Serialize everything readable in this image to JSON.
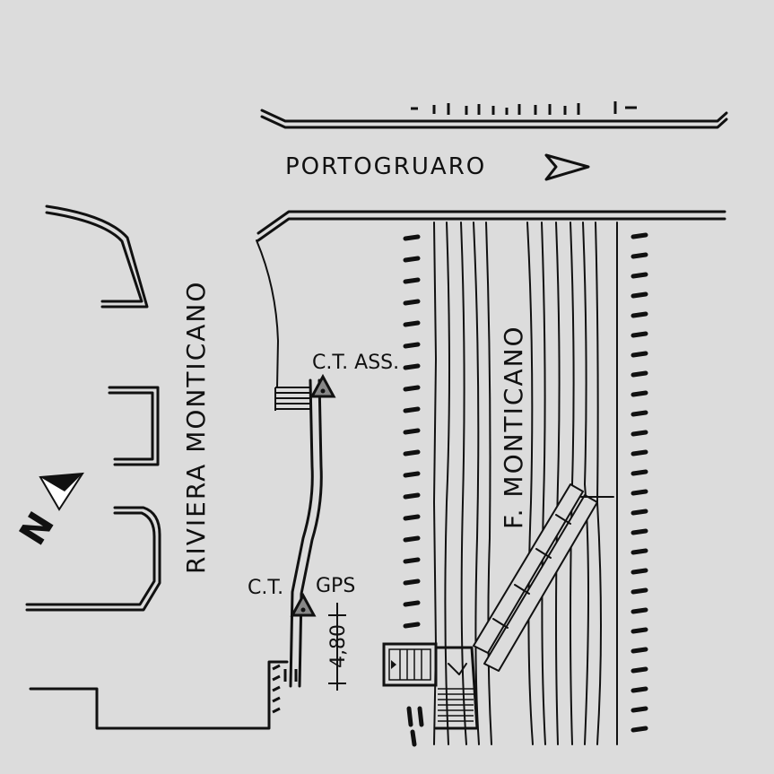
{
  "labels": {
    "portogruaro": "PORTOGRUARO",
    "riviera": "RIVIERA MONTICANO",
    "fiume": "F. MONTICANO",
    "ct_ass": "C.T. ASS.",
    "ct": "C.T.",
    "gps": "GPS",
    "height": "4,80",
    "north": "N"
  },
  "colors": {
    "background": "#dcdcdc",
    "ink": "#111111",
    "marker": "#888888"
  },
  "icons": {
    "north": "north-arrow-icon",
    "control_point": "triangle-marker-icon",
    "direction": "direction-arrow-icon"
  }
}
